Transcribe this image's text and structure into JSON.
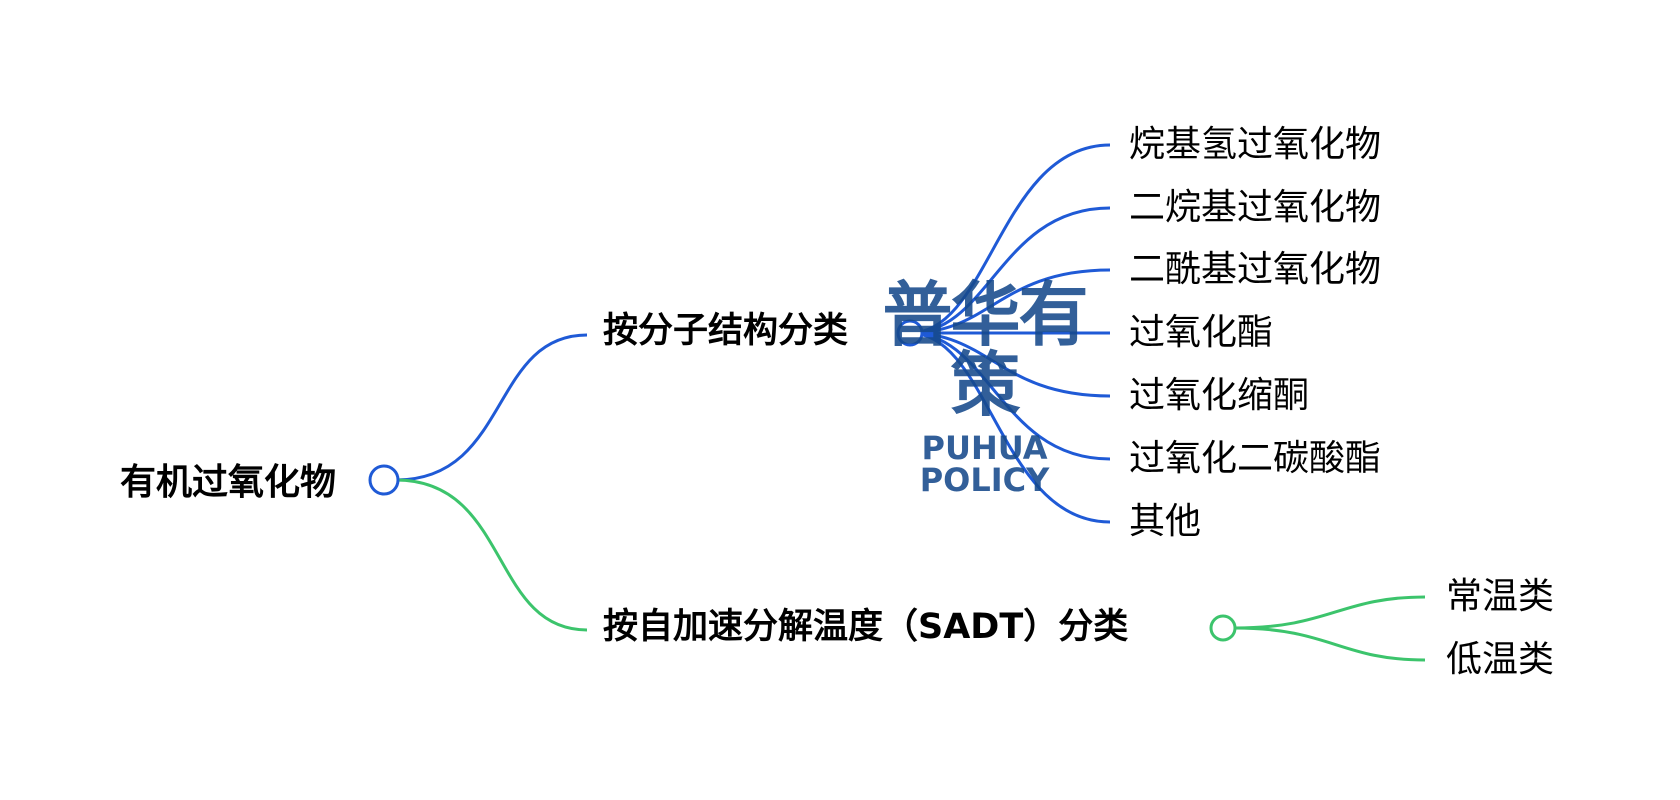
{
  "colors": {
    "branch_structure": "#1f5ad6",
    "branch_sadt": "#3cc46c",
    "text": "#000000",
    "watermark": "#164a8c"
  },
  "root": {
    "label": "有机过氧化物"
  },
  "branches": [
    {
      "label": "按分子结构分类",
      "children": [
        "烷基氢过氧化物",
        "二烷基过氧化物",
        "二酰基过氧化物",
        "过氧化酯",
        "过氧化缩酮",
        "过氧化二碳酸酯",
        "其他"
      ]
    },
    {
      "label": "按自加速分解温度（SADT）分类",
      "children": [
        "常温类",
        "低温类"
      ]
    }
  ],
  "watermark": {
    "cn": "普华有策",
    "en": "PUHUA POLICY"
  }
}
